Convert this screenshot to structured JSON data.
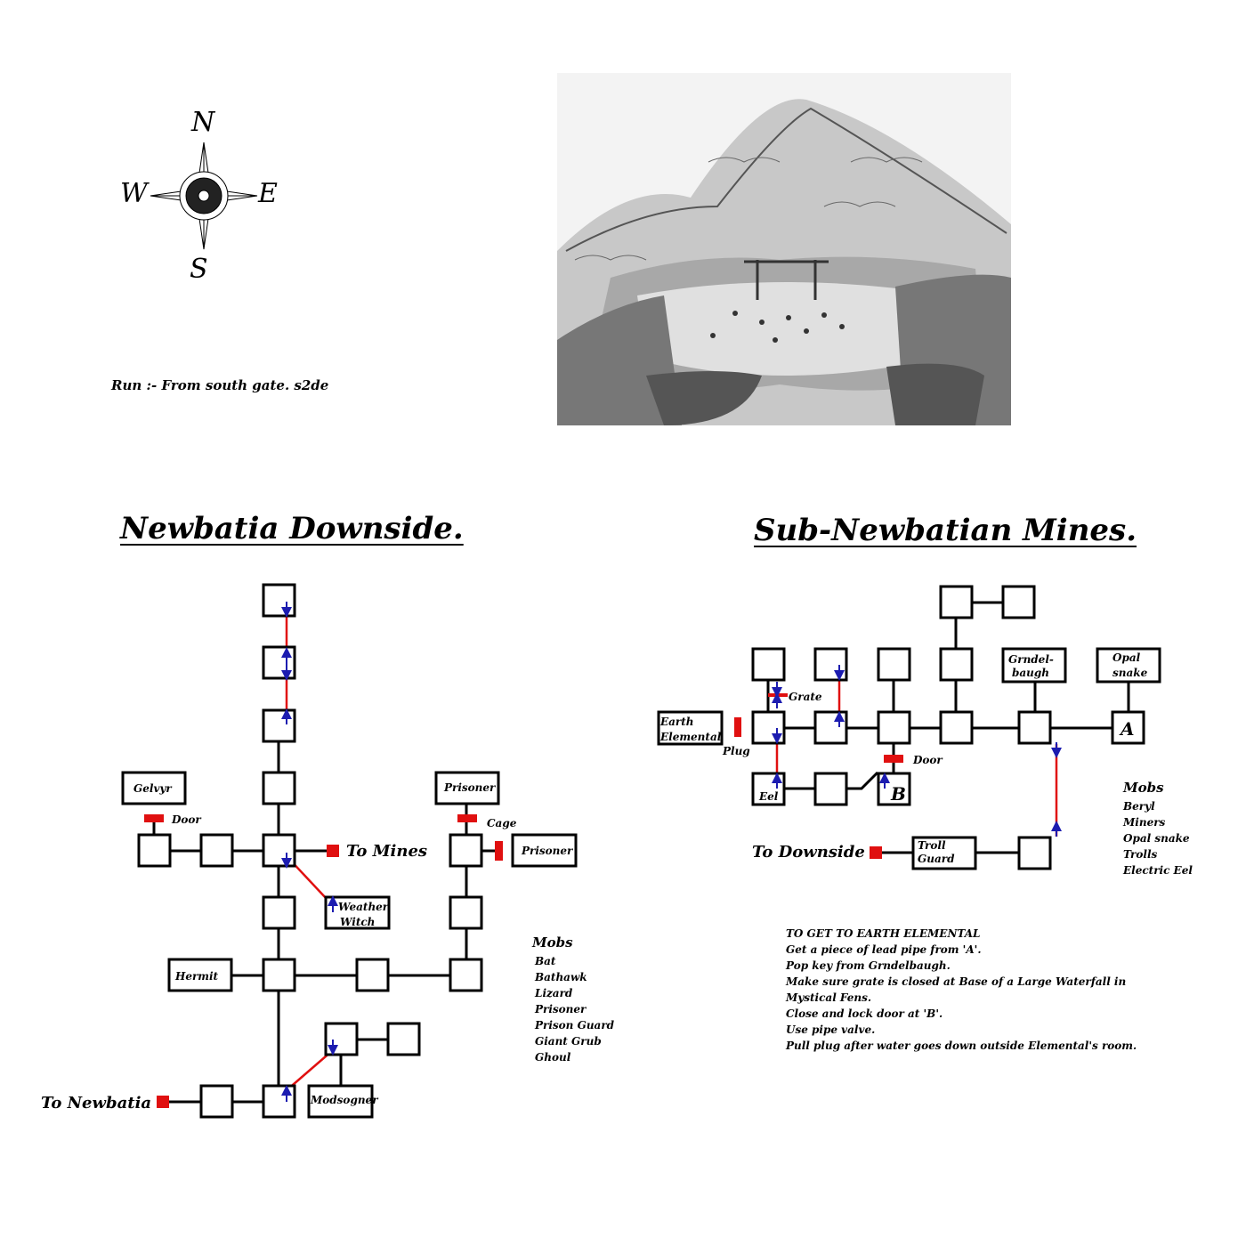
{
  "compass": {
    "north": "N",
    "west": "W",
    "east": "E",
    "south": "S"
  },
  "run_text": "Run :- From south gate. s2de",
  "illustration": {
    "description_icon": "mine-quarry-engraving-icon"
  },
  "downside": {
    "title": "Newbatia Downside.",
    "labels": {
      "gelvyr": "Gelvyr",
      "door": "Door",
      "to_mines": "To Mines",
      "weather": "Weather",
      "witch": "Witch",
      "prisoner1": "Prisoner",
      "cage": "Cage",
      "prisoner2": "Prisoner",
      "hermit": "Hermit",
      "modsogner": "Modsogner",
      "to_newbatia": "To Newbatia"
    },
    "mobs_title": "Mobs",
    "mobs": [
      "Bat",
      "Bathawk",
      "Lizard",
      "Prisoner",
      "Prison Guard",
      "Giant Grub",
      "Ghoul"
    ]
  },
  "mines": {
    "title": "Sub-Newbatian Mines.",
    "labels": {
      "grate": "Grate",
      "earth": "Earth",
      "elemental": "Elemental",
      "plug": "Plug",
      "eel": "Eel",
      "door": "Door",
      "b": "B",
      "a": "A",
      "grndel1": "Grndel-",
      "grndel2": "baugh",
      "opal1": "Opal",
      "opal2": "snake",
      "to_downside": "To Downside",
      "troll": "Troll",
      "guard": "Guard"
    },
    "mobs_title": "Mobs",
    "mobs": [
      "Beryl",
      "Miners",
      "Opal snake",
      "Trolls",
      "Electric Eel"
    ],
    "instructions": [
      "TO GET TO EARTH ELEMENTAL",
      "Get a piece of lead pipe from 'A'.",
      "Pop key from Grndelbaugh.",
      "Make sure grate is closed at Base of a Large Waterfall in",
      "Mystical Fens.",
      "Close and lock door at 'B'.",
      "Use pipe valve.",
      "Pull plug after water goes down outside Elemental's room."
    ]
  },
  "colors": {
    "red": "#e01010",
    "blue": "#1c1cb0",
    "line": "#000000"
  }
}
